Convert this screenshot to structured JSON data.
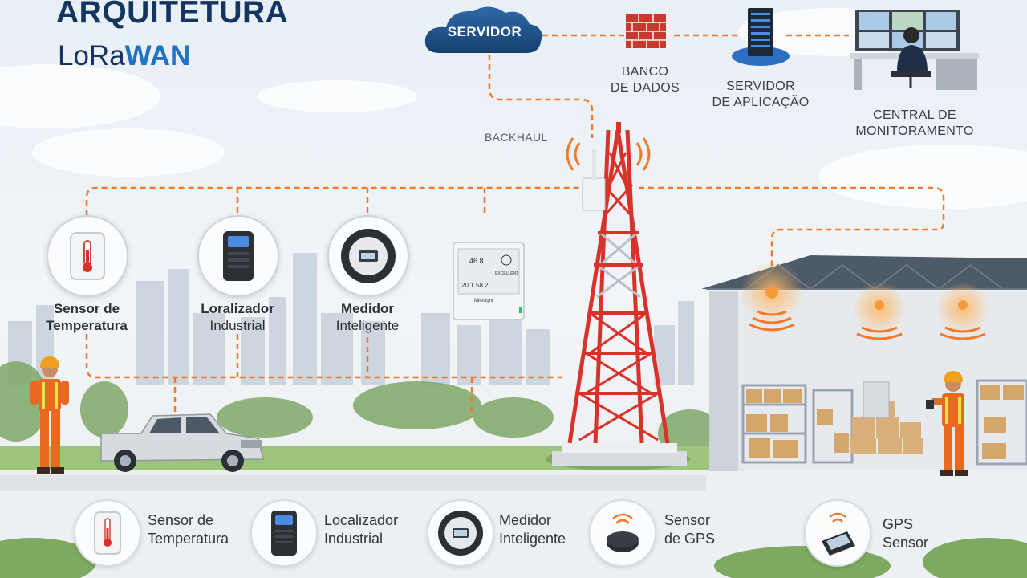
{
  "title": {
    "line1": "ARQUITETURA",
    "line2_prefix": "LoRa",
    "line2_suffix": "WAN"
  },
  "network": {
    "cloud_label": "SERVIDOR",
    "database_label": [
      "BANCO",
      "DE DADOS"
    ],
    "app_server_label": [
      "SERVIDOR",
      "DE APLICAÇÃO"
    ],
    "monitoring_label": [
      "CENTRAL DE",
      "MONITORAMENTO"
    ],
    "backhaul_label": "BACKHAUL"
  },
  "devices": [
    {
      "name": [
        "Sensor de",
        "Temperatura"
      ],
      "icon": "thermometer-icon"
    },
    {
      "name": [
        "Loralizador",
        "Industrial"
      ],
      "icon": "tracker-icon"
    },
    {
      "name": [
        "Medidor",
        "Inteligente"
      ],
      "icon": "meter-icon"
    },
    {
      "name": [
        "",
        ""
      ],
      "icon": "display-sensor-icon",
      "screen": {
        "brand": "Milesight",
        "reading1": "46.8",
        "reading2": "20.1",
        "reading3": "58.2",
        "status": "EXCELLENT"
      }
    }
  ],
  "legend": [
    {
      "label": [
        "Sensor de",
        "Temperatura"
      ],
      "icon": "thermometer-icon"
    },
    {
      "label": [
        "Localizador",
        "Industrial"
      ],
      "icon": "tracker-icon"
    },
    {
      "label": [
        "Medidor",
        "Inteligente"
      ],
      "icon": "meter-icon"
    },
    {
      "label": [
        "Sensor",
        "de GPS"
      ],
      "icon": "gps-puck-icon"
    },
    {
      "label": [
        "GPS",
        "Sensor"
      ],
      "icon": "gps-device-icon"
    }
  ],
  "colors": {
    "accent": "#f07a2a",
    "tower_red": "#d9322a",
    "title": "#13355f",
    "title_accent": "#1f73c4",
    "cloud": "#1d4f86"
  }
}
